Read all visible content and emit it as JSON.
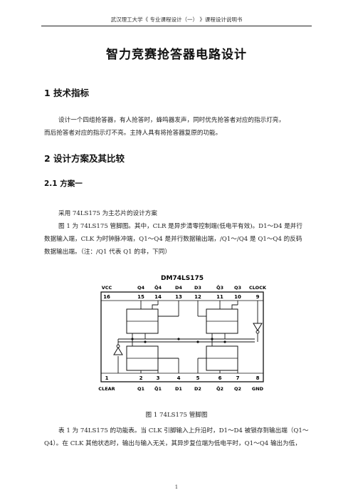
{
  "header": "武汉理工大学《 专业课程设计（一） 》课程设计说明书",
  "title": "智力竞赛抢答器电路设计",
  "section1": {
    "heading": "1  技术指标",
    "para_line1": "设计一个四组抢答器，有人抢答时，蜂鸣器发声，同时优先抢答者对应的指示灯亮，",
    "para_line2": "而后抢答者对应的指示灯不亮。主持人具有将抢答器复原的功能。"
  },
  "section2": {
    "heading": "2  设计方案及其比较",
    "sub_heading": "2.1  方案一",
    "line1": "采用 74LS175 为主芯片的设计方案",
    "line2": "图 1 为 74LS175 管脚图。其中，CLR 是异步清零控制端(低电平有效)。D1～D4 是并行",
    "line3": "数据输入端，CLK 为时钟脉冲端，Q1～Q4 是并行数据输出端，/Q1～/Q4 是 Q1～Q4 的反码",
    "line4": "数据输出端。（注：/Q1 代表 Q1 的非，下同）"
  },
  "figure": {
    "chip_name": "DM74LS175",
    "top_labels": [
      "VCC",
      "Q4",
      "Q̄4",
      "D4",
      "D3",
      "Q̄3",
      "Q3",
      "CLOCK"
    ],
    "top_pins": [
      "16",
      "15",
      "14",
      "13",
      "12",
      "11",
      "10",
      "9"
    ],
    "bottom_pins": [
      "1",
      "2",
      "3",
      "4",
      "5",
      "6",
      "7",
      "8"
    ],
    "bottom_labels": [
      "CLEAR",
      "Q1",
      "Q̄1",
      "D1",
      "D2",
      "Q̄2",
      "Q2",
      "GND"
    ],
    "caption": "图 1   74LS175 管脚图"
  },
  "section2_cont": {
    "line5": "表 1 为 74LS175 的功能表。当 CLK 引脚输入上升沿时，D1～D4 被锁存到输出端（Q1～",
    "line6": "Q4）。在 CLK 其他状态时，输出与输入无关，其异步复位端为低电平时，Q1～Q4 输出为低，"
  },
  "page_number": "1"
}
